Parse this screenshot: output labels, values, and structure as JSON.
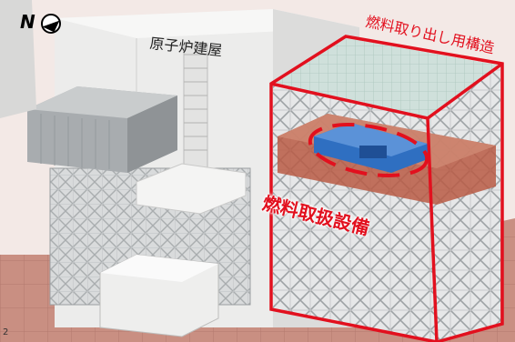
{
  "labels": {
    "reactor_building": "原子炉建屋",
    "fuel_removal_structure": "燃料取り出し用構造",
    "fuel_handling_equipment": "燃料取扱設備",
    "north": "N",
    "corner_mark": "2"
  },
  "icons": {
    "compass": "north-compass-icon"
  },
  "colors": {
    "highlight": "#e2101e",
    "crane": "#2f6fc1",
    "background": "#f3e9e6"
  }
}
